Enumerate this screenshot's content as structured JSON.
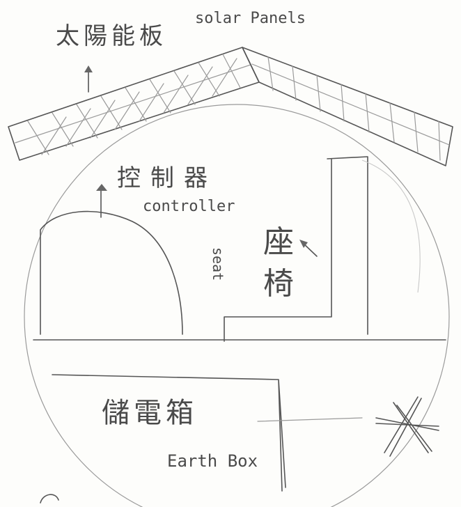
{
  "labels": {
    "solar_panels_zh": "太陽能板",
    "solar_panels_en": "solar Panels",
    "controller_zh": "控制器",
    "controller_en": "controller",
    "seat_zh": "座椅",
    "seat_en": "seat",
    "earth_box_zh": "儲電箱",
    "earth_box_en": "Earth Box"
  }
}
